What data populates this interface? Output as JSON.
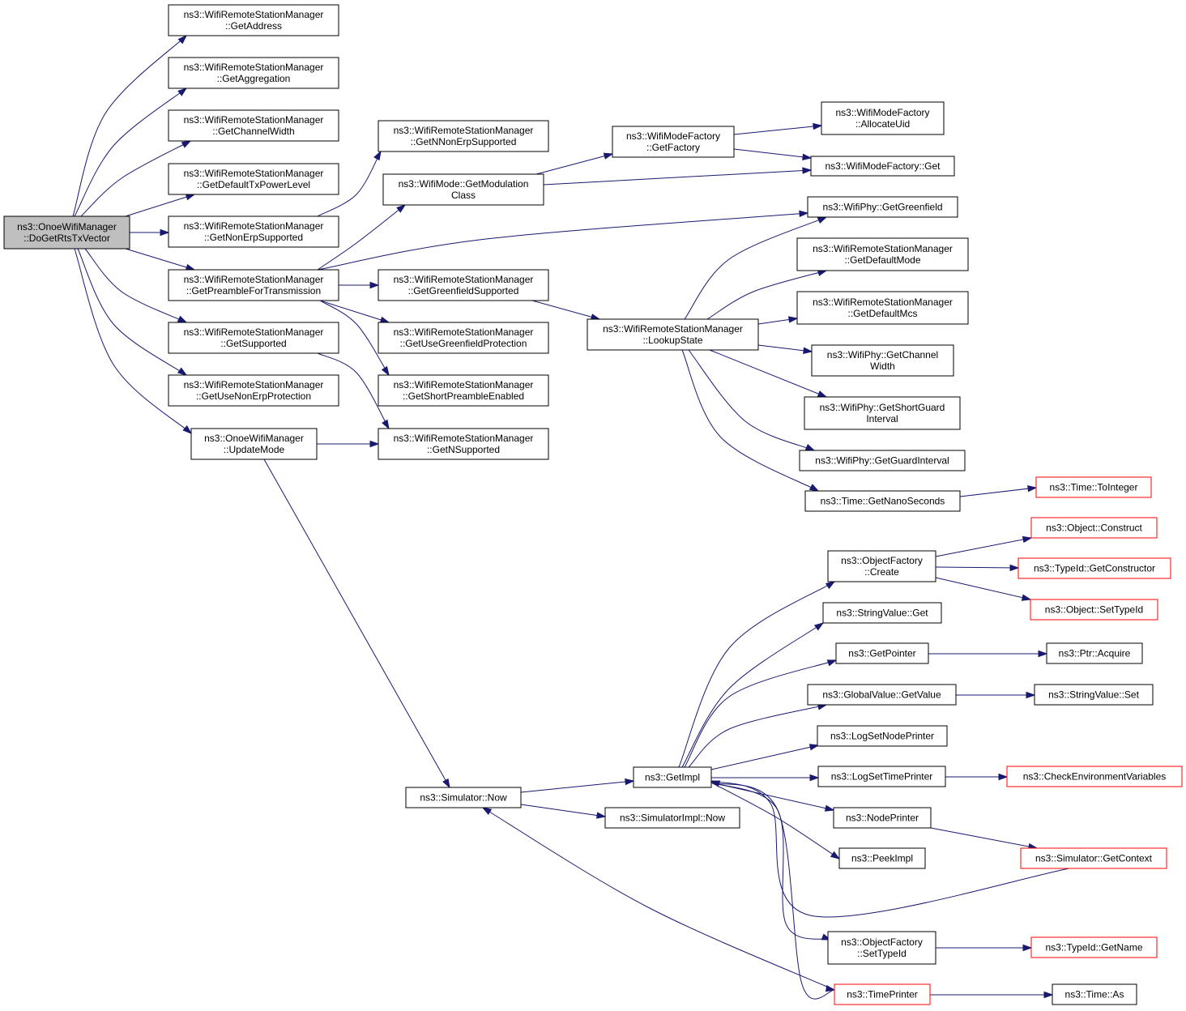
{
  "nodes": [
    {
      "id": "root",
      "lines": [
        "ns3::OnoeWifiManager",
        "::DoGetRtsTxVector"
      ],
      "style": "root"
    },
    {
      "id": "getAddress",
      "lines": [
        "ns3::WifiRemoteStationManager",
        "::GetAddress"
      ],
      "style": "normal"
    },
    {
      "id": "getAggregation",
      "lines": [
        "ns3::WifiRemoteStationManager",
        "::GetAggregation"
      ],
      "style": "normal"
    },
    {
      "id": "getChannelWidthRsm",
      "lines": [
        "ns3::WifiRemoteStationManager",
        "::GetChannelWidth"
      ],
      "style": "normal"
    },
    {
      "id": "getDefaultTxPowerLevel",
      "lines": [
        "ns3::WifiRemoteStationManager",
        "::GetDefaultTxPowerLevel"
      ],
      "style": "normal"
    },
    {
      "id": "getNonErpSupported",
      "lines": [
        "ns3::WifiRemoteStationManager",
        "::GetNonErpSupported"
      ],
      "style": "normal"
    },
    {
      "id": "getPreambleForTransmission",
      "lines": [
        "ns3::WifiRemoteStationManager",
        "::GetPreambleForTransmission"
      ],
      "style": "normal"
    },
    {
      "id": "getSupported",
      "lines": [
        "ns3::WifiRemoteStationManager",
        "::GetSupported"
      ],
      "style": "normal"
    },
    {
      "id": "getUseNonErpProtection",
      "lines": [
        "ns3::WifiRemoteStationManager",
        "::GetUseNonErpProtection"
      ],
      "style": "normal"
    },
    {
      "id": "updateMode",
      "lines": [
        "ns3::OnoeWifiManager",
        "::UpdateMode"
      ],
      "style": "normal"
    },
    {
      "id": "getNNonErpSupported",
      "lines": [
        "ns3::WifiRemoteStationManager",
        "::GetNNonErpSupported"
      ],
      "style": "normal"
    },
    {
      "id": "getModulationClass",
      "lines": [
        "ns3::WifiMode::GetModulation",
        "Class"
      ],
      "style": "normal"
    },
    {
      "id": "getGreenfieldSupported",
      "lines": [
        "ns3::WifiRemoteStationManager",
        "::GetGreenfieldSupported"
      ],
      "style": "normal"
    },
    {
      "id": "getUseGreenfieldProtection",
      "lines": [
        "ns3::WifiRemoteStationManager",
        "::GetUseGreenfieldProtection"
      ],
      "style": "normal"
    },
    {
      "id": "getShortPreambleEnabled",
      "lines": [
        "ns3::WifiRemoteStationManager",
        "::GetShortPreambleEnabled"
      ],
      "style": "normal"
    },
    {
      "id": "getNSupported",
      "lines": [
        "ns3::WifiRemoteStationManager",
        "::GetNSupported"
      ],
      "style": "normal"
    },
    {
      "id": "getFactory",
      "lines": [
        "ns3::WifiModeFactory",
        "::GetFactory"
      ],
      "style": "normal"
    },
    {
      "id": "lookupState",
      "lines": [
        "ns3::WifiRemoteStationManager",
        "::LookupState"
      ],
      "style": "normal"
    },
    {
      "id": "allocateUid",
      "lines": [
        "ns3::WifiModeFactory",
        "::AllocateUid"
      ],
      "style": "normal"
    },
    {
      "id": "wmfGet",
      "lines": [
        "ns3::WifiModeFactory::Get"
      ],
      "style": "normal"
    },
    {
      "id": "getGreenfield",
      "lines": [
        "ns3::WifiPhy::GetGreenfield"
      ],
      "style": "normal"
    },
    {
      "id": "getDefaultMode",
      "lines": [
        "ns3::WifiRemoteStationManager",
        "::GetDefaultMode"
      ],
      "style": "normal"
    },
    {
      "id": "getDefaultMcs",
      "lines": [
        "ns3::WifiRemoteStationManager",
        "::GetDefaultMcs"
      ],
      "style": "normal"
    },
    {
      "id": "phyGetChannelWidth",
      "lines": [
        "ns3::WifiPhy::GetChannel",
        "Width"
      ],
      "style": "normal"
    },
    {
      "id": "getShortGuardInterval",
      "lines": [
        "ns3::WifiPhy::GetShortGuard",
        "Interval"
      ],
      "style": "normal"
    },
    {
      "id": "getGuardInterval",
      "lines": [
        "ns3::WifiPhy::GetGuardInterval"
      ],
      "style": "normal"
    },
    {
      "id": "getNanoSeconds",
      "lines": [
        "ns3::Time::GetNanoSeconds"
      ],
      "style": "normal"
    },
    {
      "id": "toInteger",
      "lines": [
        "ns3::Time::ToInteger"
      ],
      "style": "red"
    },
    {
      "id": "simulatorNow",
      "lines": [
        "ns3::Simulator::Now"
      ],
      "style": "normal"
    },
    {
      "id": "getImpl",
      "lines": [
        "ns3::GetImpl"
      ],
      "style": "normal"
    },
    {
      "id": "simulatorImplNow",
      "lines": [
        "ns3::SimulatorImpl::Now"
      ],
      "style": "normal"
    },
    {
      "id": "objectFactoryCreate",
      "lines": [
        "ns3::ObjectFactory",
        "::Create"
      ],
      "style": "normal"
    },
    {
      "id": "objectConstruct",
      "lines": [
        "ns3::Object::Construct"
      ],
      "style": "red"
    },
    {
      "id": "getConstructor",
      "lines": [
        "ns3::TypeId::GetConstructor"
      ],
      "style": "red"
    },
    {
      "id": "objectSetTypeId",
      "lines": [
        "ns3::Object::SetTypeId"
      ],
      "style": "red"
    },
    {
      "id": "stringValueGet",
      "lines": [
        "ns3::StringValue::Get"
      ],
      "style": "normal"
    },
    {
      "id": "getPointer",
      "lines": [
        "ns3::GetPointer"
      ],
      "style": "normal"
    },
    {
      "id": "ptrAcquire",
      "lines": [
        "ns3::Ptr::Acquire"
      ],
      "style": "normal"
    },
    {
      "id": "globalValueGetValue",
      "lines": [
        "ns3::GlobalValue::GetValue"
      ],
      "style": "normal"
    },
    {
      "id": "stringValueSet",
      "lines": [
        "ns3::StringValue::Set"
      ],
      "style": "normal"
    },
    {
      "id": "logSetNodePrinter",
      "lines": [
        "ns3::LogSetNodePrinter"
      ],
      "style": "normal"
    },
    {
      "id": "logSetTimePrinter",
      "lines": [
        "ns3::LogSetTimePrinter"
      ],
      "style": "normal"
    },
    {
      "id": "checkEnvVars",
      "lines": [
        "ns3::CheckEnvironmentVariables"
      ],
      "style": "red"
    },
    {
      "id": "nodePrinter",
      "lines": [
        "ns3::NodePrinter"
      ],
      "style": "normal"
    },
    {
      "id": "getContext",
      "lines": [
        "ns3::Simulator::GetContext"
      ],
      "style": "red"
    },
    {
      "id": "peekImpl",
      "lines": [
        "ns3::PeekImpl"
      ],
      "style": "normal"
    },
    {
      "id": "objectFactorySetTypeId",
      "lines": [
        "ns3::ObjectFactory",
        "::SetTypeId"
      ],
      "style": "normal"
    },
    {
      "id": "typeIdGetName",
      "lines": [
        "ns3::TypeId::GetName"
      ],
      "style": "red"
    },
    {
      "id": "timePrinter",
      "lines": [
        "ns3::TimePrinter"
      ],
      "style": "red"
    },
    {
      "id": "timeAs",
      "lines": [
        "ns3::Time::As"
      ],
      "style": "normal"
    }
  ],
  "edges": [
    {
      "from": "root",
      "to": "getAddress"
    },
    {
      "from": "root",
      "to": "getAggregation"
    },
    {
      "from": "root",
      "to": "getChannelWidthRsm"
    },
    {
      "from": "root",
      "to": "getDefaultTxPowerLevel"
    },
    {
      "from": "root",
      "to": "getNonErpSupported"
    },
    {
      "from": "root",
      "to": "getPreambleForTransmission"
    },
    {
      "from": "root",
      "to": "getSupported"
    },
    {
      "from": "root",
      "to": "getUseNonErpProtection"
    },
    {
      "from": "root",
      "to": "updateMode"
    },
    {
      "from": "getNonErpSupported",
      "to": "getNNonErpSupported"
    },
    {
      "from": "getPreambleForTransmission",
      "to": "getModulationClass"
    },
    {
      "from": "getPreambleForTransmission",
      "to": "getGreenfield"
    },
    {
      "from": "getPreambleForTransmission",
      "to": "getGreenfieldSupported"
    },
    {
      "from": "getPreambleForTransmission",
      "to": "getUseGreenfieldProtection"
    },
    {
      "from": "getPreambleForTransmission",
      "to": "getShortPreambleEnabled"
    },
    {
      "from": "getSupported",
      "to": "getNSupported"
    },
    {
      "from": "updateMode",
      "to": "getNSupported"
    },
    {
      "from": "updateMode",
      "to": "simulatorNow"
    },
    {
      "from": "getModulationClass",
      "to": "getFactory"
    },
    {
      "from": "getModulationClass",
      "to": "wmfGet"
    },
    {
      "from": "getGreenfieldSupported",
      "to": "lookupState"
    },
    {
      "from": "getFactory",
      "to": "allocateUid"
    },
    {
      "from": "getFactory",
      "to": "wmfGet"
    },
    {
      "from": "lookupState",
      "to": "getGreenfield"
    },
    {
      "from": "lookupState",
      "to": "getDefaultMode"
    },
    {
      "from": "lookupState",
      "to": "getDefaultMcs"
    },
    {
      "from": "lookupState",
      "to": "phyGetChannelWidth"
    },
    {
      "from": "lookupState",
      "to": "getShortGuardInterval"
    },
    {
      "from": "lookupState",
      "to": "getGuardInterval"
    },
    {
      "from": "lookupState",
      "to": "getNanoSeconds"
    },
    {
      "from": "getNanoSeconds",
      "to": "toInteger"
    },
    {
      "from": "simulatorNow",
      "to": "getImpl"
    },
    {
      "from": "simulatorNow",
      "to": "simulatorImplNow"
    },
    {
      "from": "getImpl",
      "to": "objectFactoryCreate"
    },
    {
      "from": "getImpl",
      "to": "stringValueGet"
    },
    {
      "from": "getImpl",
      "to": "getPointer"
    },
    {
      "from": "getImpl",
      "to": "globalValueGetValue"
    },
    {
      "from": "getImpl",
      "to": "logSetNodePrinter"
    },
    {
      "from": "getImpl",
      "to": "logSetTimePrinter"
    },
    {
      "from": "getImpl",
      "to": "nodePrinter"
    },
    {
      "from": "getImpl",
      "to": "peekImpl"
    },
    {
      "from": "getImpl",
      "to": "objectFactorySetTypeId"
    },
    {
      "from": "getImpl",
      "to": "timePrinter"
    },
    {
      "from": "objectFactoryCreate",
      "to": "objectConstruct"
    },
    {
      "from": "objectFactoryCreate",
      "to": "getConstructor"
    },
    {
      "from": "objectFactoryCreate",
      "to": "objectSetTypeId"
    },
    {
      "from": "getPointer",
      "to": "ptrAcquire"
    },
    {
      "from": "globalValueGetValue",
      "to": "stringValueSet"
    },
    {
      "from": "logSetTimePrinter",
      "to": "checkEnvVars"
    },
    {
      "from": "nodePrinter",
      "to": "getContext"
    },
    {
      "from": "getContext",
      "to": "getImpl"
    },
    {
      "from": "objectFactorySetTypeId",
      "to": "typeIdGetName"
    },
    {
      "from": "timePrinter",
      "to": "simulatorNow"
    },
    {
      "from": "timePrinter",
      "to": "timeAs"
    }
  ]
}
